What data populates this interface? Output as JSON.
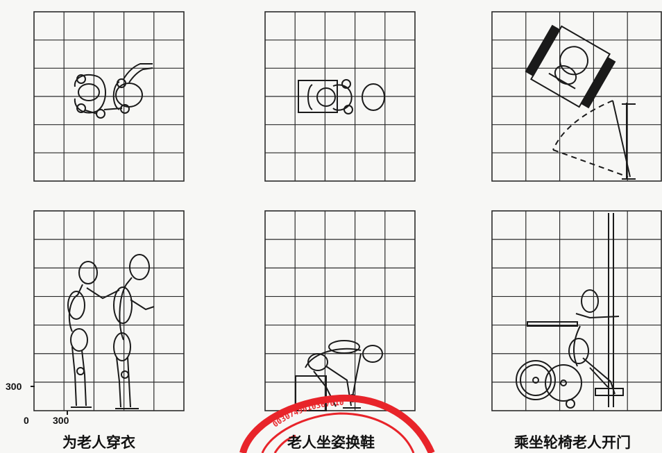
{
  "panels": [
    {
      "id": "top-left",
      "view": "plan"
    },
    {
      "id": "top-middle",
      "view": "plan"
    },
    {
      "id": "top-right",
      "view": "plan"
    },
    {
      "id": "bottom-left",
      "view": "elevation"
    },
    {
      "id": "bottom-middle",
      "view": "elevation"
    },
    {
      "id": "bottom-right",
      "view": "elevation"
    }
  ],
  "captions": {
    "dressing": "为老人穿衣",
    "changing_shoes": "老人坐姿换鞋",
    "wheelchair_door": "乘坐轮椅老人开门"
  },
  "scale": {
    "y_tick": "300",
    "origin": "0",
    "x_tick": "300"
  },
  "stamp": {
    "color": "#e8242a",
    "text": "0030749010367010"
  },
  "colors": {
    "line": "#1a1a1a",
    "grid": "#2a2a2a",
    "background": "#f7f7f5"
  }
}
